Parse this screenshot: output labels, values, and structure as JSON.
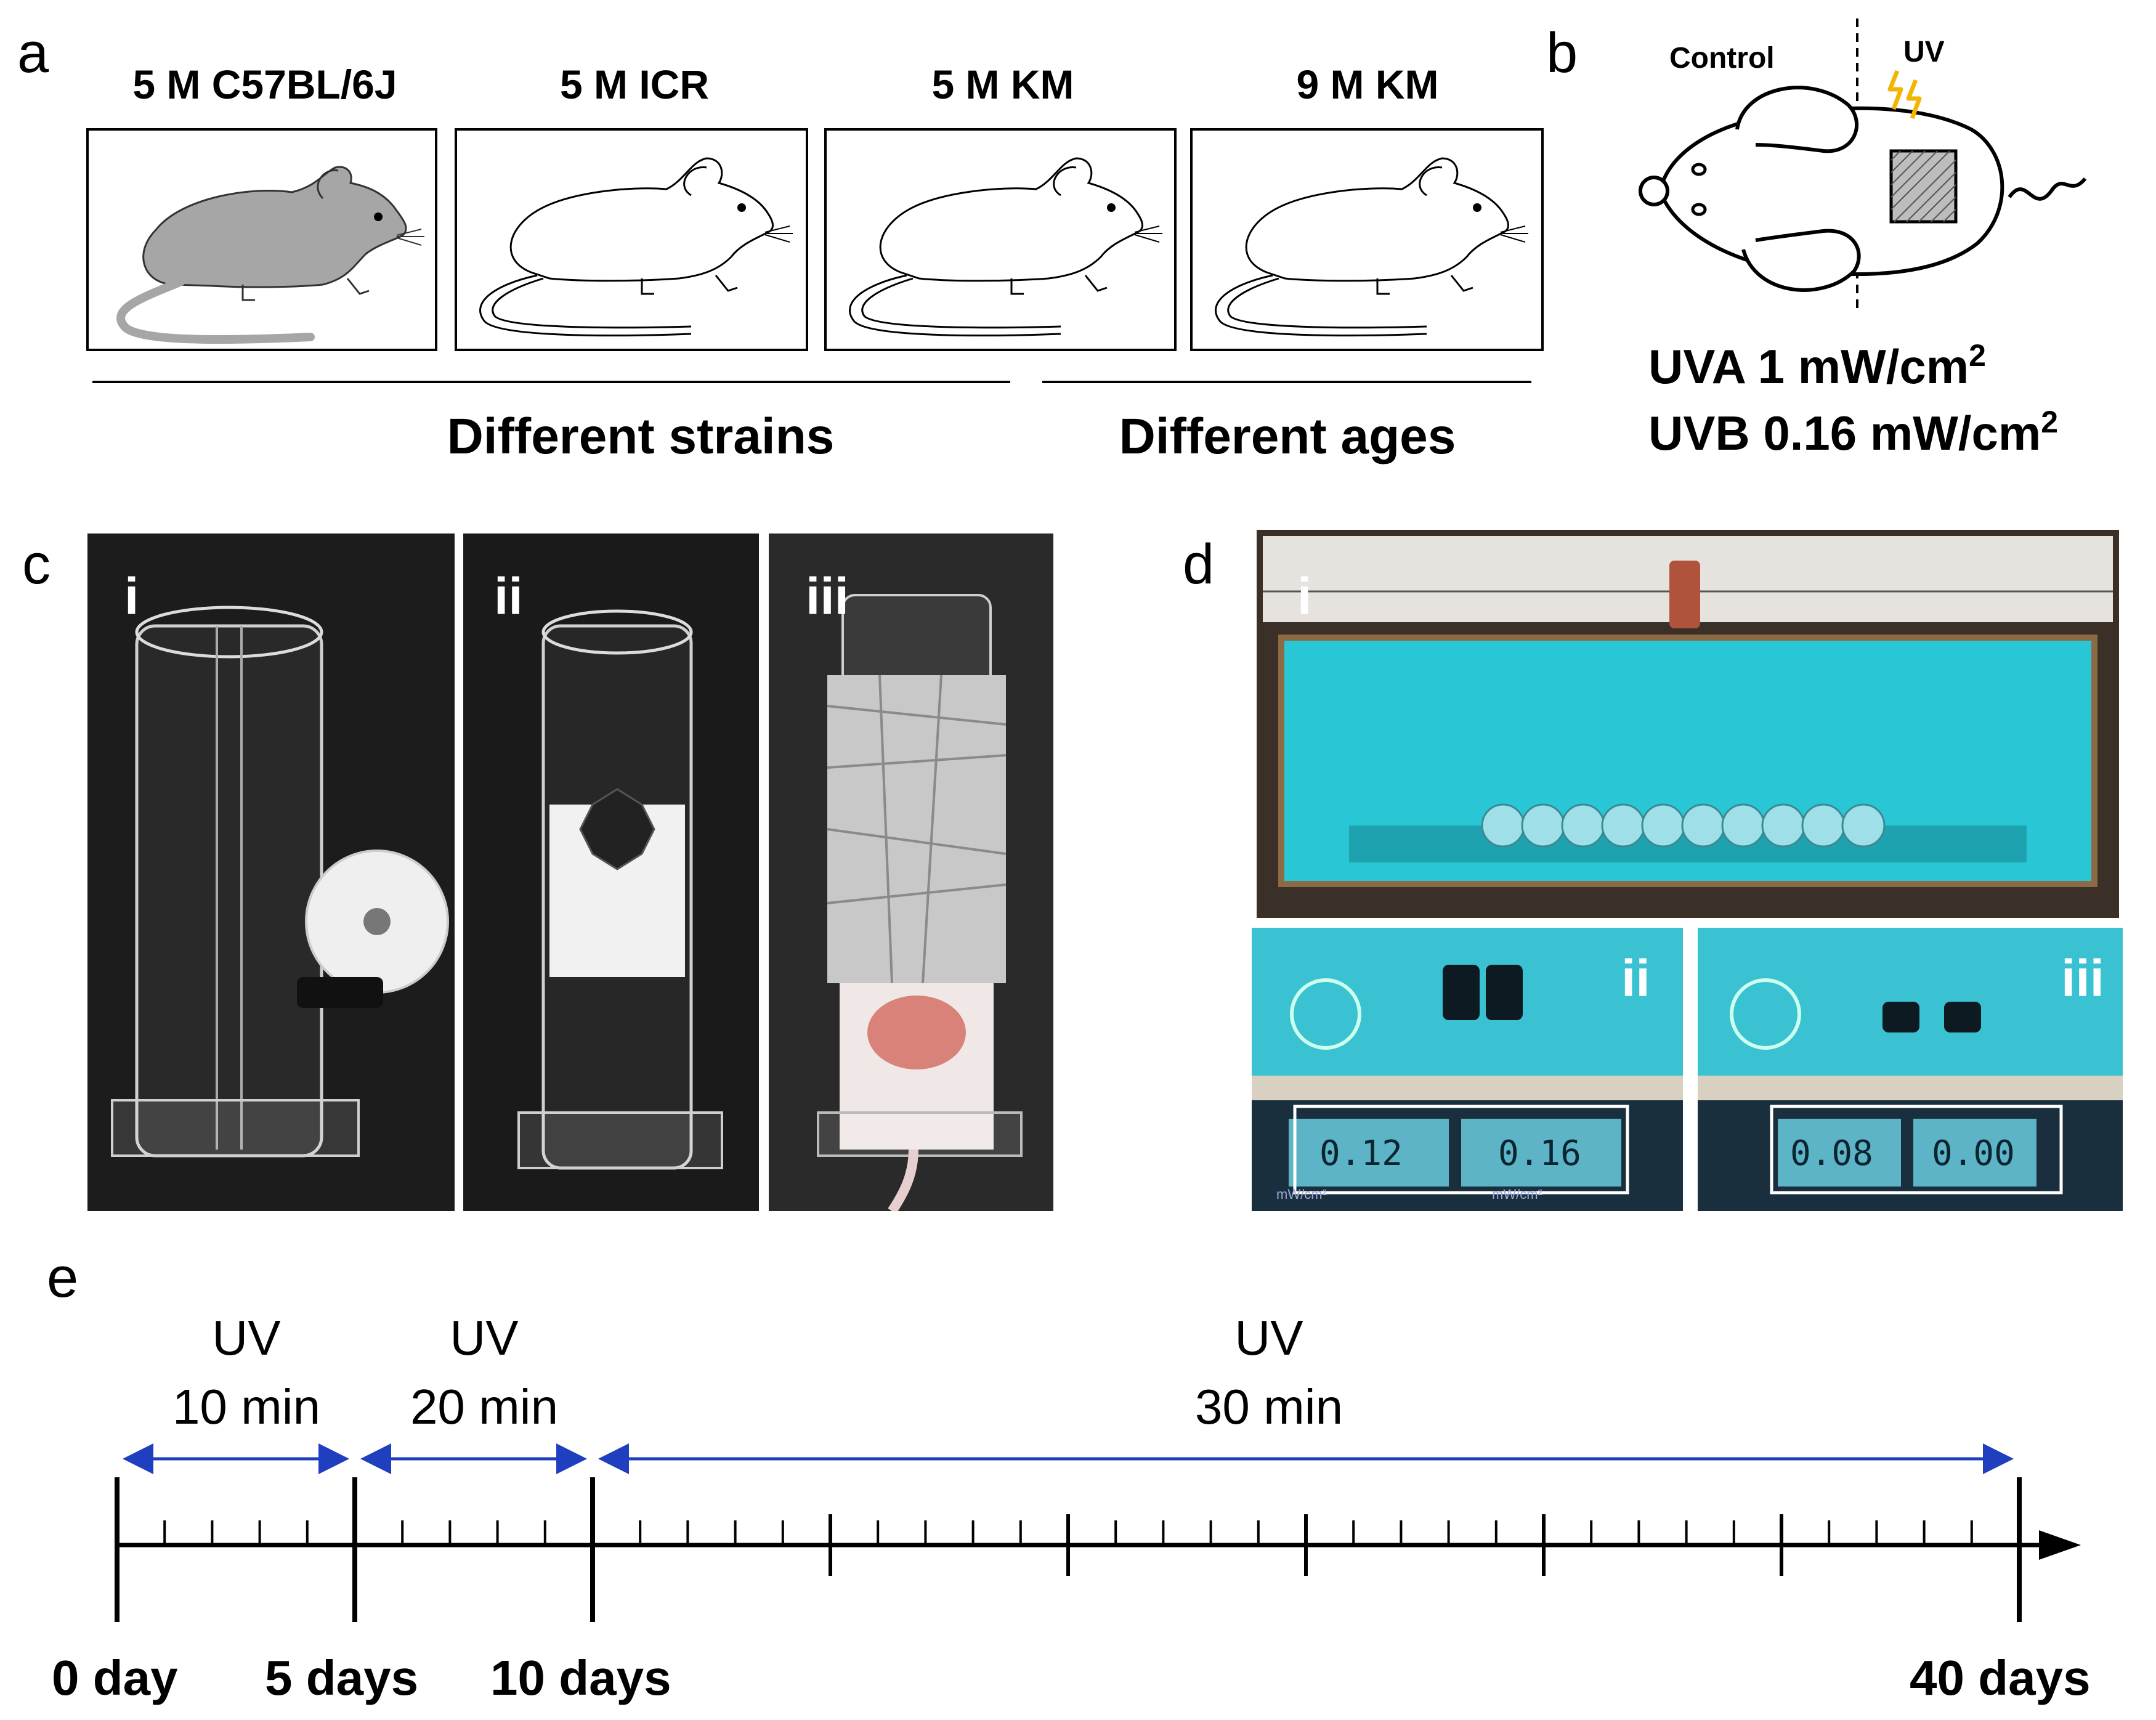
{
  "panel_a": {
    "label": "a",
    "strains": [
      "5 M C57BL/6J",
      "5 M ICR",
      "5 M KM",
      "9 M KM"
    ],
    "group_strains": "Different strains",
    "group_ages": "Different ages"
  },
  "panel_b": {
    "label": "b",
    "control": "Control",
    "uv": "UV",
    "uva_text": "UVA 1 mW/cm",
    "uvb_text": "UVB 0.16 mW/cm",
    "superscript": "2"
  },
  "panel_c": {
    "label": "c",
    "subpanels": [
      "i",
      "ii",
      "iii"
    ]
  },
  "panel_d": {
    "label": "d",
    "subpanels": [
      "i",
      "ii",
      "iii"
    ],
    "meter_unit": "mW/cm²",
    "meter_readings_ii": [
      "0.12",
      "0.16"
    ],
    "meter_readings_iii": [
      "0.08",
      "0.00"
    ]
  },
  "panel_e": {
    "label": "e",
    "phases": [
      {
        "line1": "UV",
        "line2": "10 min"
      },
      {
        "line1": "UV",
        "line2": "20 min"
      },
      {
        "line1": "UV",
        "line2": "30 min"
      }
    ],
    "days": [
      "0 day",
      "5 days",
      "10 days",
      "40 days"
    ]
  },
  "colors": {
    "mouse_fill": "#a6a6a6",
    "arrow_blue": "#1f3fbf",
    "uv_bolt": "#f2b600",
    "chamber_cyan": "#29c7d6",
    "photo_bg": "#1c1c1c"
  }
}
